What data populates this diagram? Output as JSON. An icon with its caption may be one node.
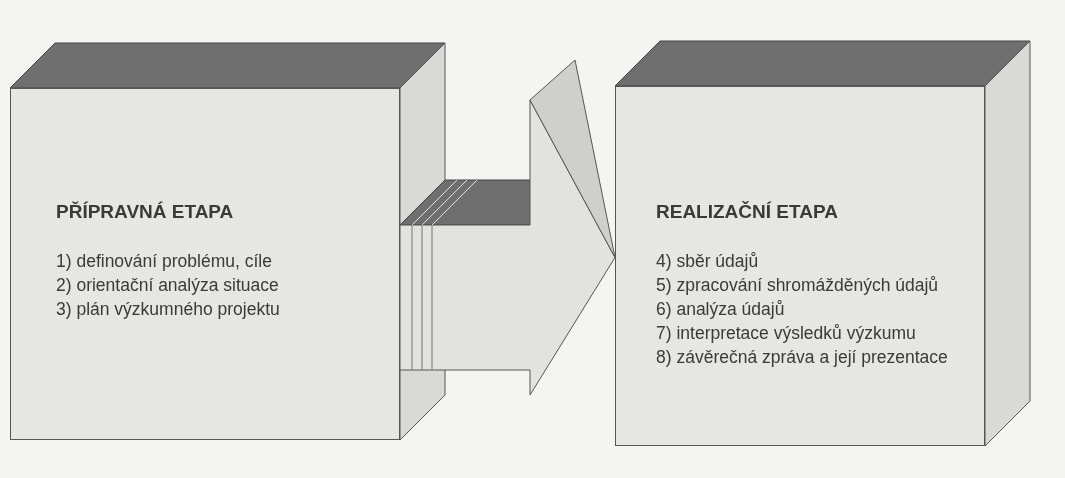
{
  "diagram": {
    "nodes": [
      {
        "text": [
          "PŘÍPRAVNÁ ETAPA",
          "1) definování problému, cíle",
          "2) orientační analýza situace",
          "3) plán výzkumného projektu"
        ]
      },
      {
        "text": [
          "REALIZAČNÍ ETAPA",
          "4) sběr údajů",
          "5) zpracování shromážděných údajů",
          "6) analýza údajů",
          "7) interpretace výsledků výzkumu",
          "8) závěrečná zpráva a její prezentace"
        ]
      }
    ],
    "edges": [
      {
        "from": 0,
        "to": 1,
        "arrow": "to"
      }
    ]
  }
}
